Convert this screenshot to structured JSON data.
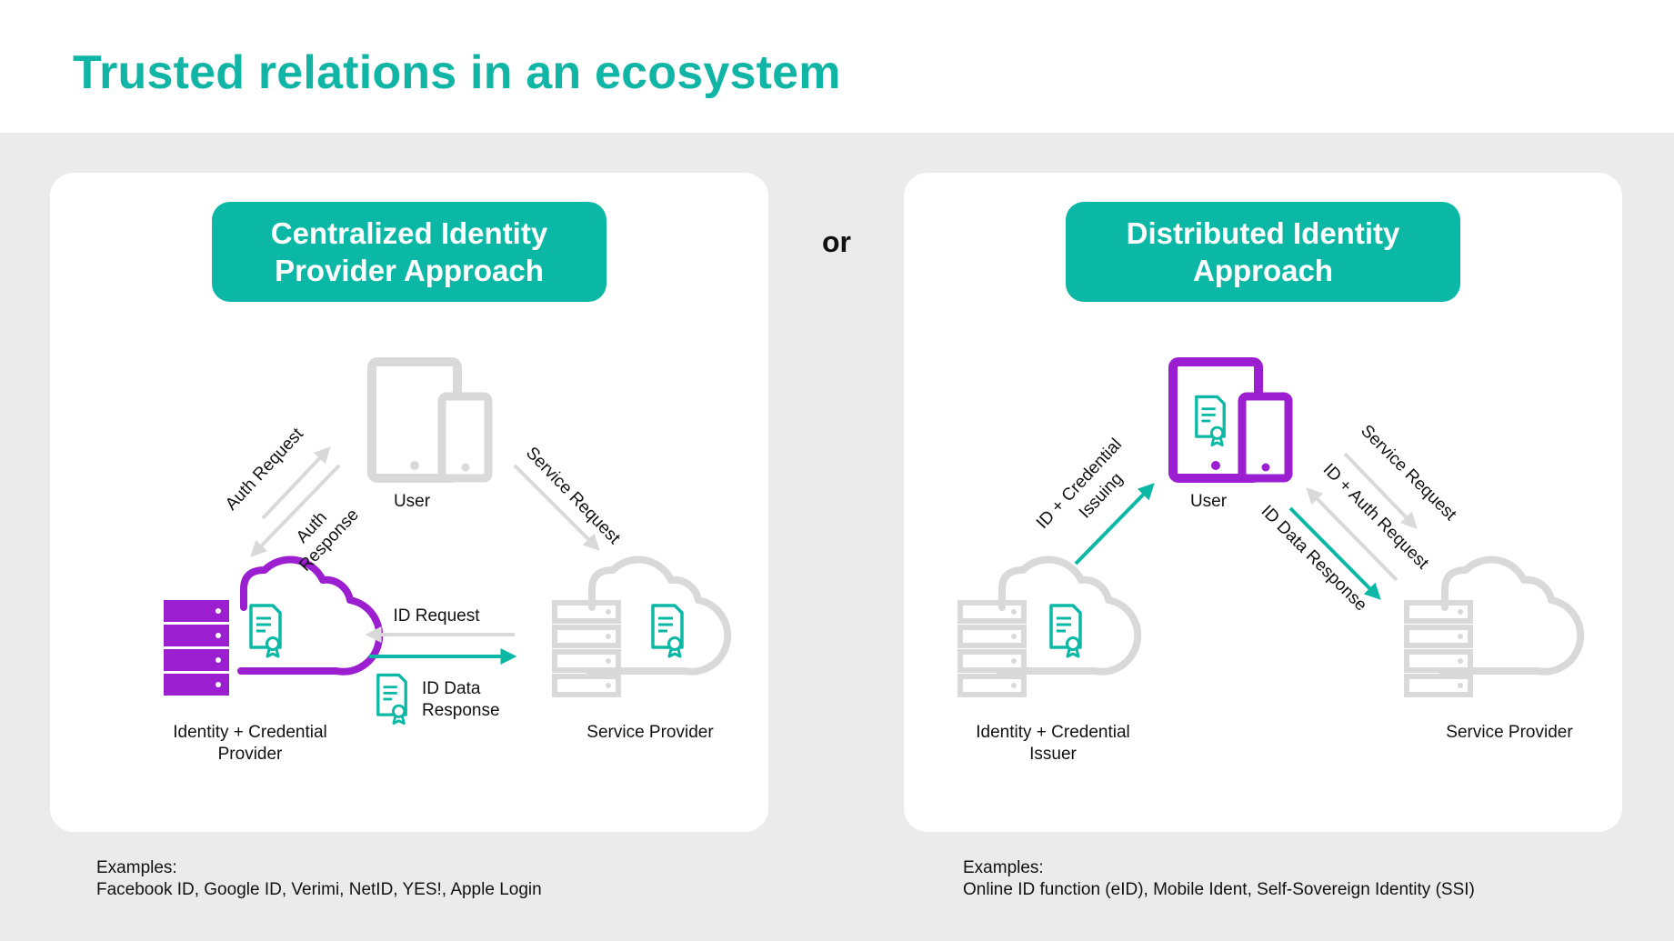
{
  "title": "Trusted relations in an ecosystem",
  "or_label": "or",
  "centralized": {
    "heading": "Centralized Identity\nProvider Approach",
    "user_label": "User",
    "provider_label_line1": "Identity + Credential",
    "provider_label_line2": "Provider",
    "service_label": "Service Provider",
    "auth_request": "Auth Request",
    "auth_response_line1": "Auth",
    "auth_response_line2": "Response",
    "service_request": "Service Request",
    "id_request": "ID Request",
    "id_data_response_line1": "ID Data",
    "id_data_response_line2": "Response",
    "examples_label": "Examples:",
    "examples_text": "Facebook ID, Google ID, Verimi, NetID, YES!, Apple Login"
  },
  "distributed": {
    "heading": "Distributed Identity\nApproach",
    "user_label": "User",
    "issuer_label_line1": "Identity + Credential",
    "issuer_label_line2": "Issuer",
    "service_label": "Service Provider",
    "issuing_line1": "ID + Credential",
    "issuing_line2": "Issuing",
    "service_request": "Service Request",
    "id_auth_request": "ID + Auth Request",
    "id_data_response": "ID Data Response",
    "examples_label": "Examples:",
    "examples_text": "Online ID function (eID), Mobile Ident, Self-Sovereign Identity (SSI)"
  },
  "colors": {
    "teal": "#0bb8a6",
    "purple": "#9b1fd0",
    "gray": "#d9d9d9"
  }
}
